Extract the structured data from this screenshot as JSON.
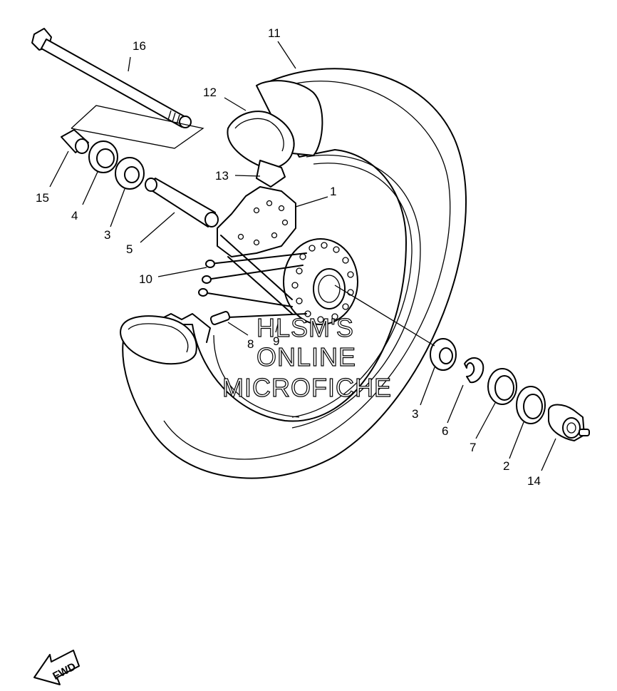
{
  "labels": {
    "p1": "1",
    "p2": "2",
    "p3a": "3",
    "p3b": "3",
    "p4": "4",
    "p5": "5",
    "p6": "6",
    "p7": "7",
    "p8": "8",
    "p9": "9",
    "p10": "10",
    "p11": "11",
    "p12": "12",
    "p13": "13",
    "p14": "14",
    "p15": "15",
    "p16": "16"
  },
  "watermark": {
    "line1": "HLSM'S",
    "line2": "ONLINE",
    "line3": "MICROFICHE"
  },
  "fwd_arrow": {
    "label": "FWD"
  }
}
